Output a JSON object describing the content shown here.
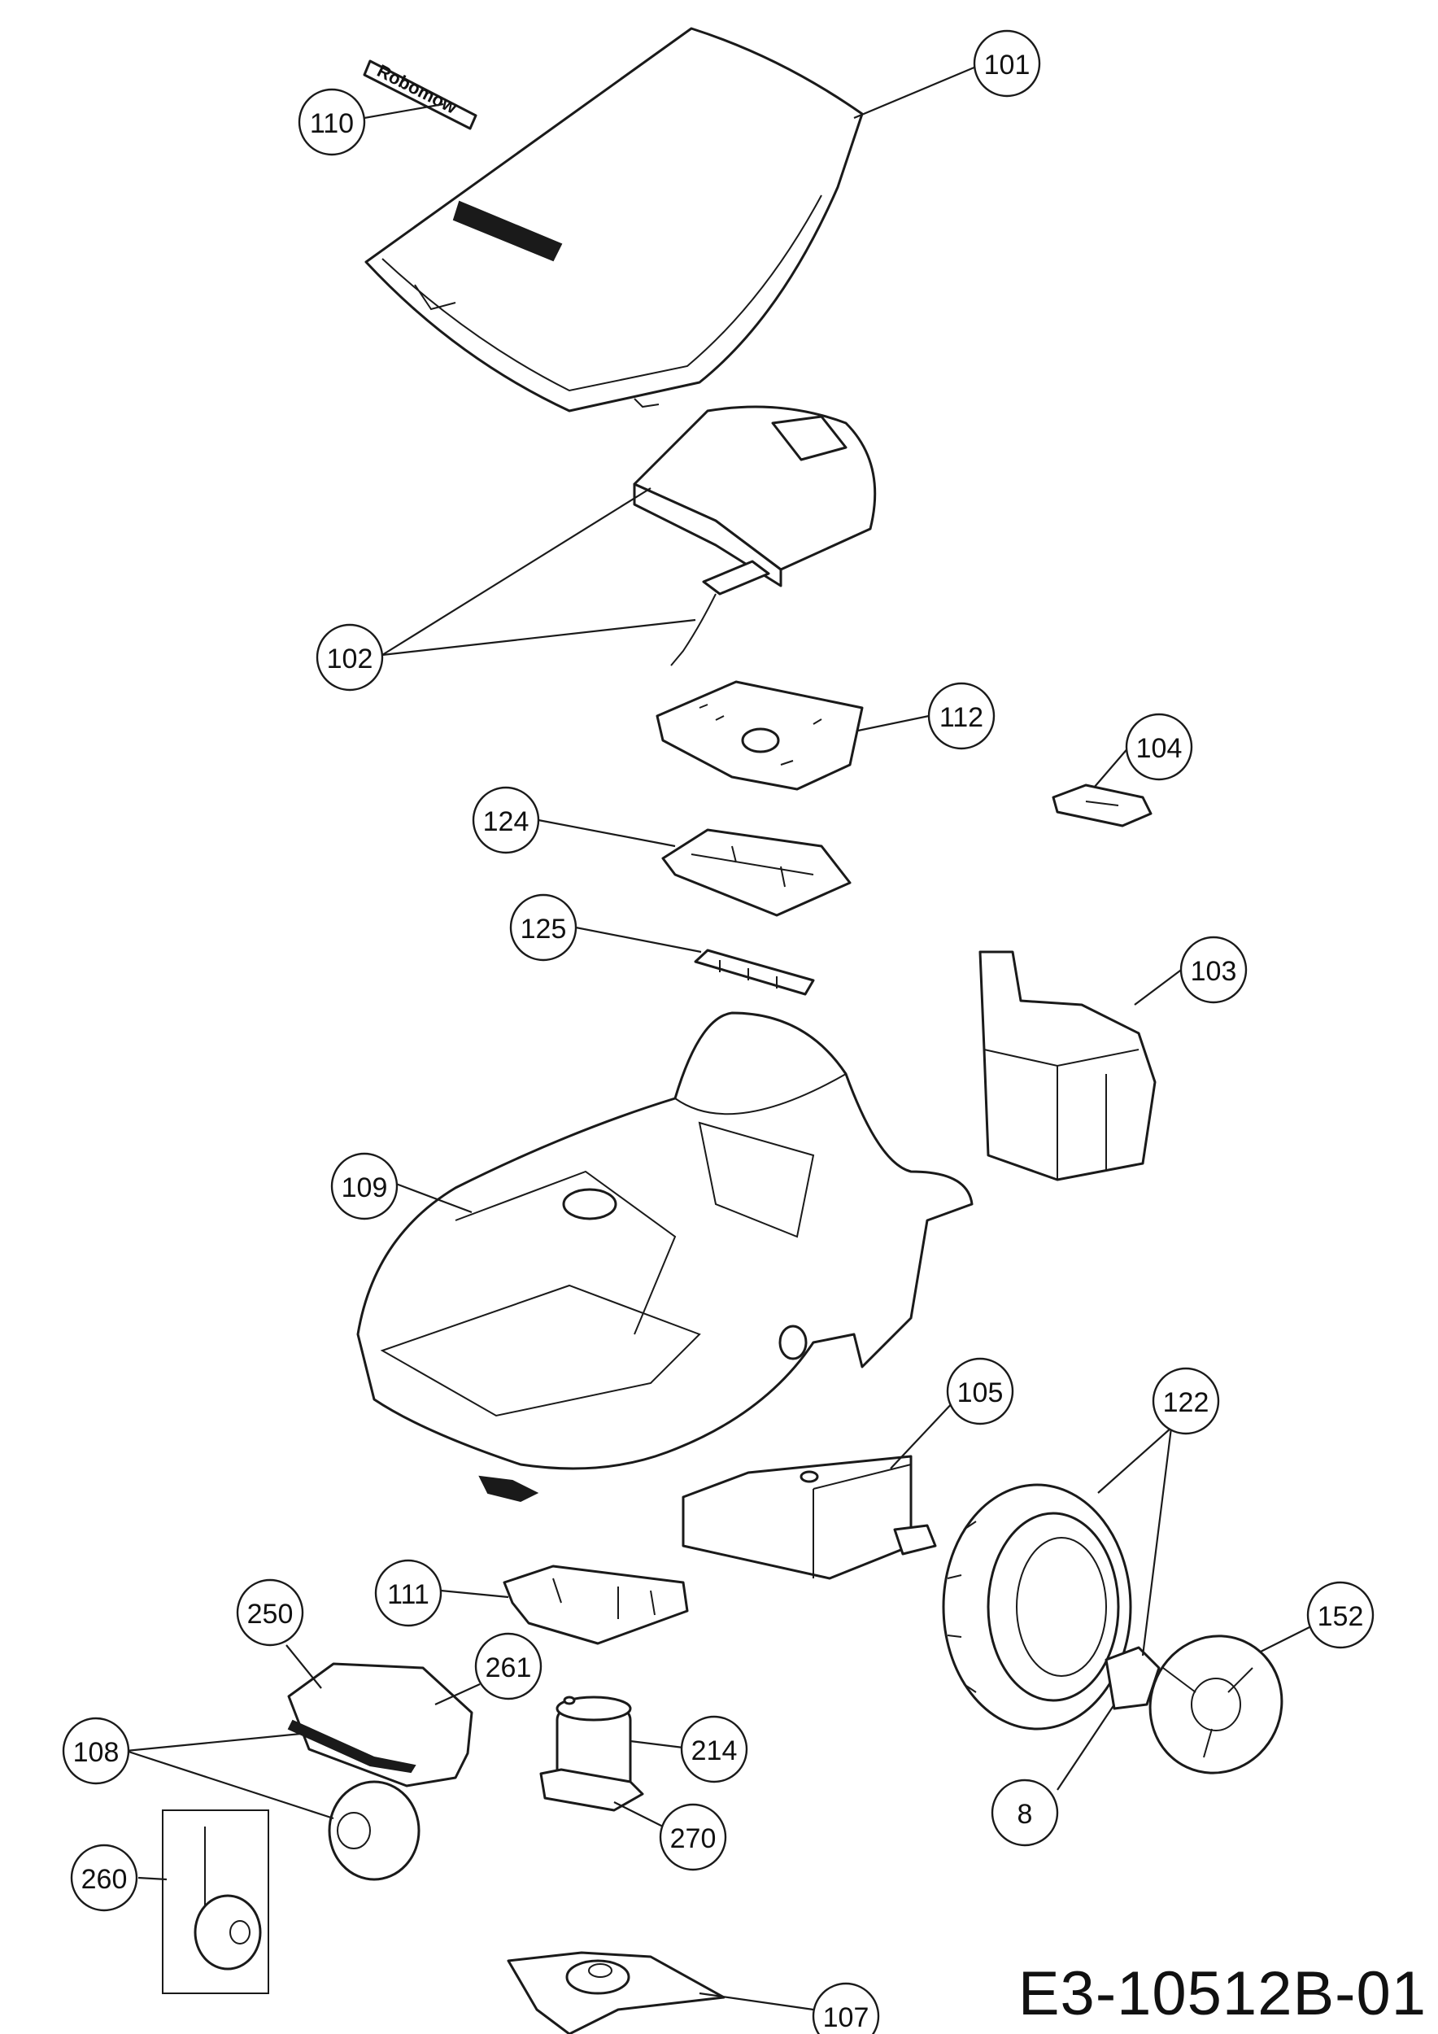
{
  "drawing_number": "E3-10512B-01",
  "logo_label": "Robomow",
  "callouts": [
    {
      "id": "c101",
      "label": "101"
    },
    {
      "id": "c110",
      "label": "110"
    },
    {
      "id": "c102",
      "label": "102"
    },
    {
      "id": "c112",
      "label": "112"
    },
    {
      "id": "c104",
      "label": "104"
    },
    {
      "id": "c124",
      "label": "124"
    },
    {
      "id": "c125",
      "label": "125"
    },
    {
      "id": "c103",
      "label": "103"
    },
    {
      "id": "c109",
      "label": "109"
    },
    {
      "id": "c105",
      "label": "105"
    },
    {
      "id": "c122",
      "label": "122"
    },
    {
      "id": "c111",
      "label": "111"
    },
    {
      "id": "c250",
      "label": "250"
    },
    {
      "id": "c261",
      "label": "261"
    },
    {
      "id": "c152",
      "label": "152"
    },
    {
      "id": "c108",
      "label": "108"
    },
    {
      "id": "c214",
      "label": "214"
    },
    {
      "id": "c8",
      "label": "8"
    },
    {
      "id": "c270",
      "label": "270"
    },
    {
      "id": "c260",
      "label": "260"
    },
    {
      "id": "c107",
      "label": "107"
    }
  ]
}
